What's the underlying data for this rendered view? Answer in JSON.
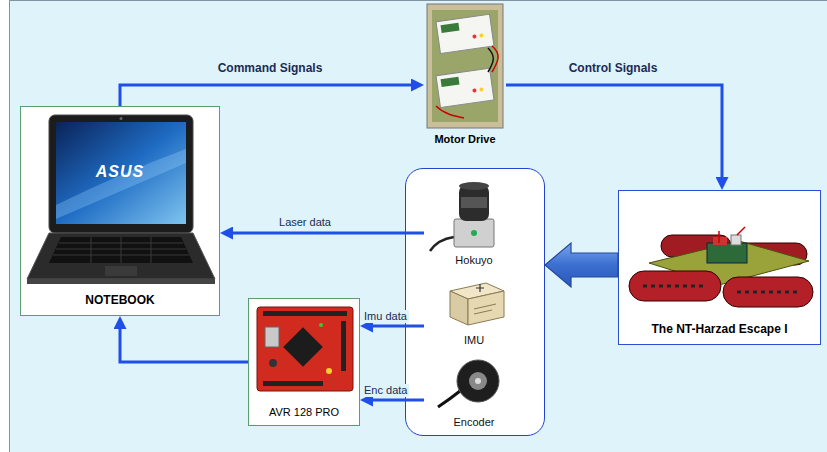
{
  "diagram": {
    "nodes": [
      {
        "text": [
          "NOTEBOOK"
        ]
      },
      {
        "text": [
          "Motor Drive"
        ]
      },
      {
        "text": [
          "The NT-Harzad Escape I"
        ]
      },
      {
        "text": []
      },
      {
        "text": [
          "Hokuyo"
        ],
        "in": 3
      },
      {
        "text": [
          "IMU"
        ],
        "in": 3
      },
      {
        "text": [
          "Encoder"
        ],
        "in": 3
      },
      {
        "text": [
          "AVR 128 PRO"
        ]
      }
    ],
    "edges": [
      {
        "from": 0,
        "to": 1,
        "label": "Command Signals",
        "arrow": "to"
      },
      {
        "from": 1,
        "to": 2,
        "label": "Control Signals",
        "arrow": "to"
      },
      {
        "from": 2,
        "to": 3,
        "arrow": "to"
      },
      {
        "from": 4,
        "to": 0,
        "label": "Laser data",
        "arrow": "to"
      },
      {
        "from": 5,
        "to": 7,
        "label": "Imu data",
        "arrow": "to"
      },
      {
        "from": 6,
        "to": 7,
        "label": "Enc data",
        "arrow": "to"
      },
      {
        "from": 7,
        "to": 0,
        "arrow": "to"
      }
    ],
    "labels": [
      "ASUS"
    ]
  }
}
